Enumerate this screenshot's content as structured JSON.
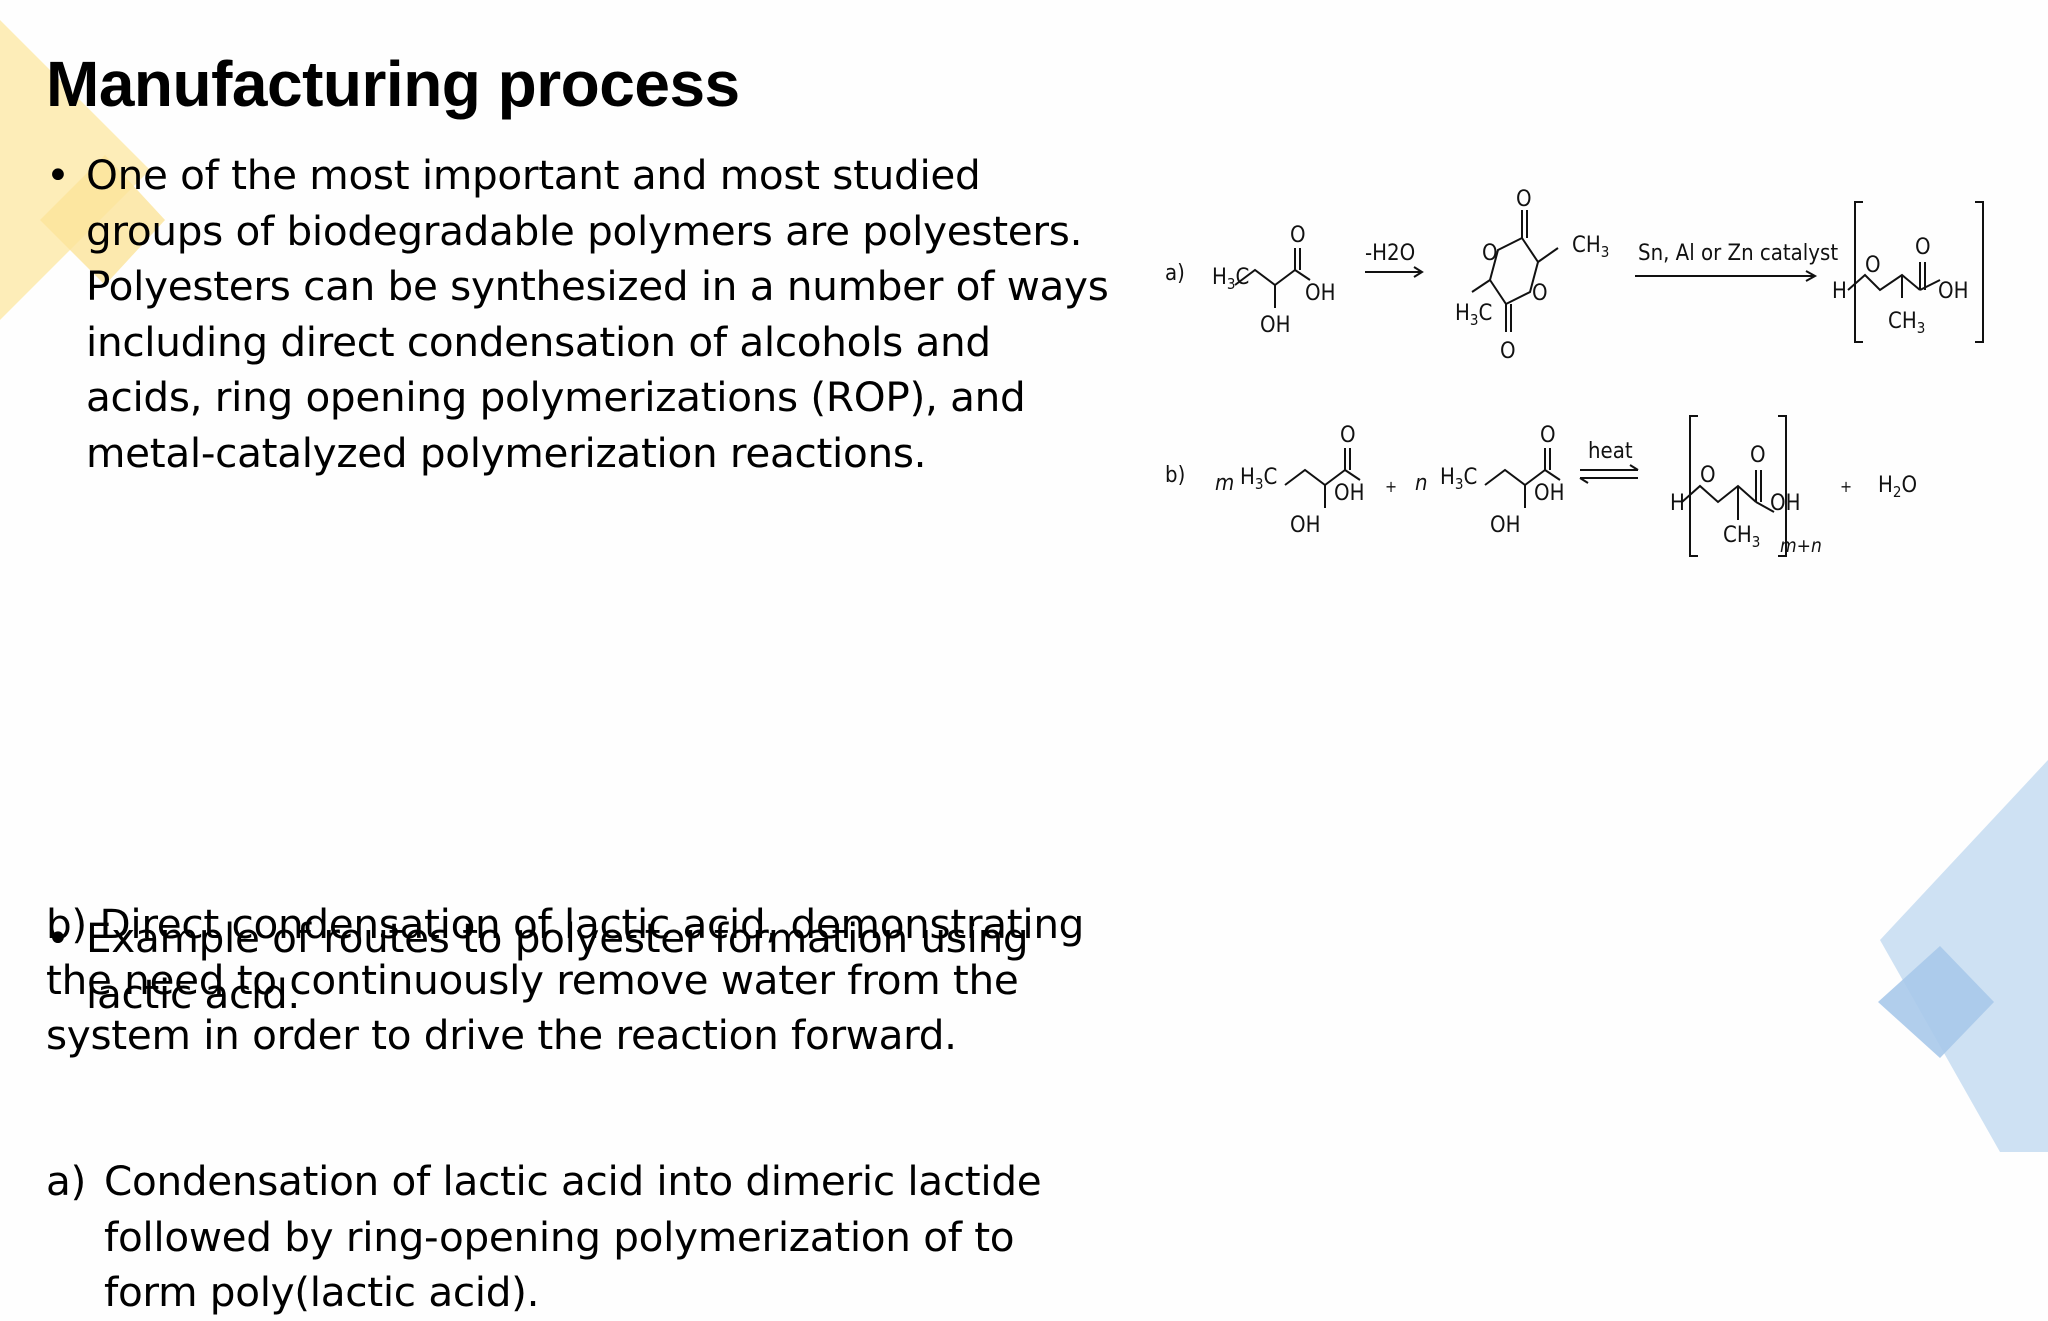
{
  "slide": {
    "title": "Manufacturing process",
    "bullet1": {
      "marker": "•",
      "lines": [
        "One of the most important and most studied",
        "groups of biodegradable polymers are polyesters.",
        "Polyesters can be synthesized in a number of ways",
        "including direct condensation of alcohols and",
        "acids, ring opening polymerizations (ROP), and",
        "metal-catalyzed polymerization reactions."
      ]
    },
    "bullet2": {
      "marker": "•",
      "lines": [
        "Example of routes to polyester formation using",
        "lactic acid."
      ]
    },
    "item_a": {
      "marker": "a)",
      "lines": [
        "Condensation of lactic acid into dimeric lactide",
        "followed by ring-opening polymerization of to",
        "form poly(lactic acid)."
      ]
    },
    "item_b": {
      "lines": [
        "b) Direct condensation of lactic acid, demonstrating",
        "the need to continuously remove water from the",
        "system in order to drive the reaction forward."
      ]
    }
  },
  "diagram": {
    "row_a": {
      "label": "a)",
      "dehydration": "-H2O",
      "catalyst": "Sn, Al or Zn catalyst"
    },
    "row_b": {
      "label": "b)",
      "coef_m": "m",
      "coef_n": "n",
      "plus": "+",
      "condition": "heat",
      "repeat": "m+n",
      "water": "H2O"
    }
  },
  "colors": {
    "accent_yellow": "#fde9a8",
    "accent_blue": "#b9d4ee",
    "accent_blue_dark": "#8db8e0"
  }
}
